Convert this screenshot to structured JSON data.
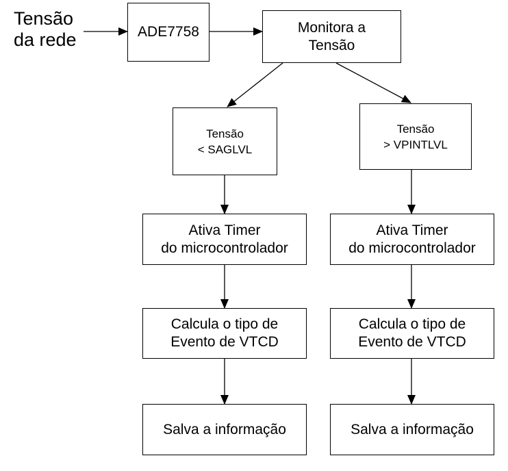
{
  "input": {
    "label": "Tensão\nda rede"
  },
  "nodes": {
    "ade": "ADE7758",
    "monitor": "Monitora a\nTensão",
    "left": {
      "condition": "Tensão\n< SAGLVL",
      "timer": "Ativa Timer\ndo microcontrolador",
      "calc": "Calcula o tipo de\nEvento de VTCD",
      "save": "Salva a informação"
    },
    "right": {
      "condition": "Tensão\n> VPINTLVL",
      "timer": "Ativa Timer\ndo microcontrolador",
      "calc": "Calcula o tipo de\nEvento de VTCD",
      "save": "Salva a informação"
    }
  }
}
